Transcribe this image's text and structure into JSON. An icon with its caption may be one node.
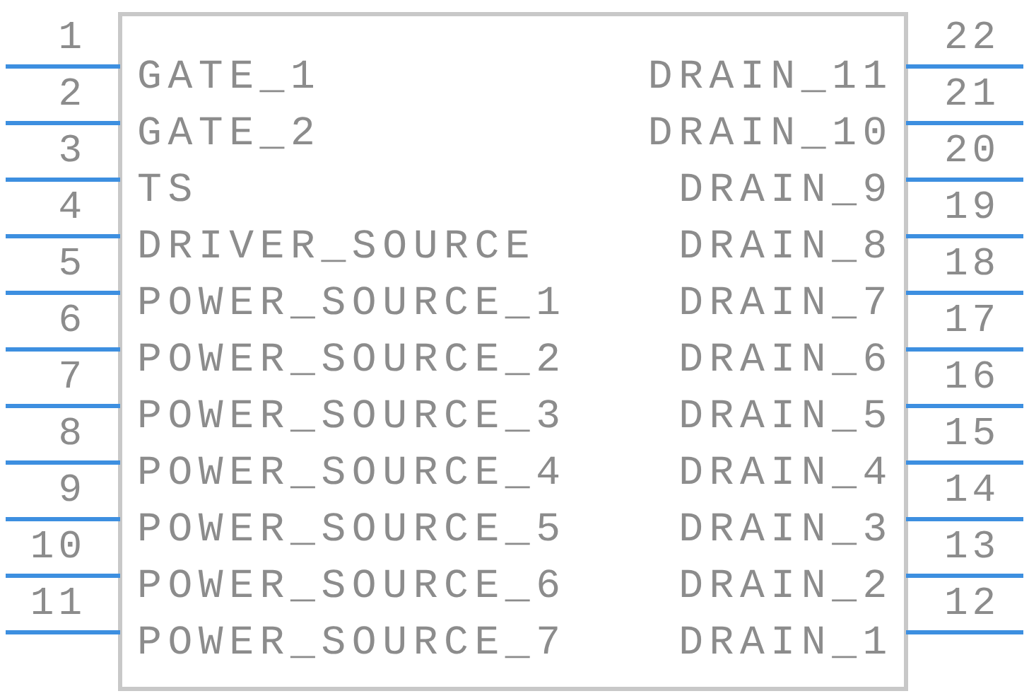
{
  "diagram": {
    "labels": [
      "1",
      "GATE_1",
      "DRAIN_11",
      "22",
      "2",
      "GATE_2",
      "DRAIN_10",
      "21",
      "3",
      "TS",
      "DRAIN_9",
      "20",
      "4",
      "DRIVER_SOURCE",
      "DRAIN_8",
      "19",
      "5",
      "POWER_SOURCE_1",
      "DRAIN_7",
      "18",
      "6",
      "POWER_SOURCE_2",
      "DRAIN_6",
      "17",
      "7",
      "POWER_SOURCE_3",
      "DRAIN_5",
      "16",
      "8",
      "POWER_SOURCE_4",
      "DRAIN_4",
      "15",
      "9",
      "POWER_SOURCE_5",
      "DRAIN_3",
      "14",
      "10",
      "POWER_SOURCE_6",
      "DRAIN_2",
      "13",
      "11",
      "POWER_SOURCE_7",
      "DRAIN_1",
      "12"
    ]
  }
}
